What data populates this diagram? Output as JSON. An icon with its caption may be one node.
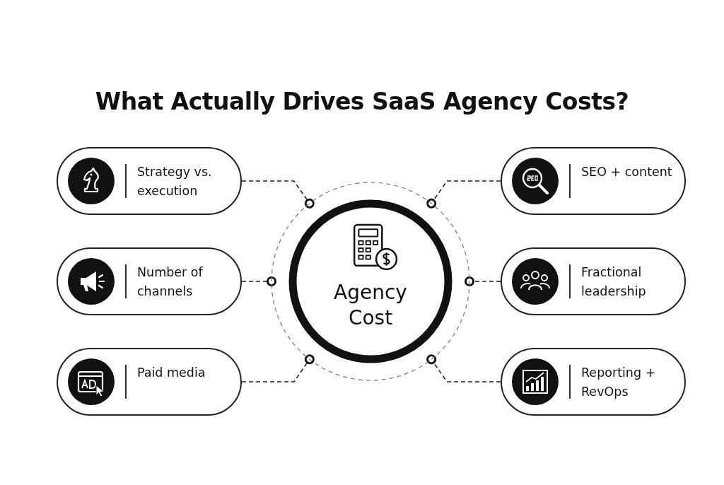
{
  "diagram": {
    "title": "What Actually Drives SaaS Agency Costs?",
    "nodes": [
      {
        "text": [
          "Strategy vs. execution"
        ]
      },
      {
        "text": [
          "SEO + content"
        ]
      },
      {
        "text": [
          "Number of channels"
        ]
      },
      {
        "text": [
          "Agency Cost"
        ]
      },
      {
        "text": [
          "Fractional leadership"
        ]
      },
      {
        "text": [
          "Paid media"
        ]
      },
      {
        "text": [
          "Reporting + RevOps"
        ]
      }
    ],
    "edges": [
      {
        "from": 0,
        "to": 3,
        "arrow": "other",
        "style": "dashed"
      },
      {
        "from": 1,
        "to": 3,
        "arrow": "other",
        "style": "dashed"
      },
      {
        "from": 2,
        "to": 3,
        "arrow": "other",
        "style": "dashed"
      },
      {
        "from": 4,
        "to": 3,
        "arrow": "other",
        "style": "dashed"
      },
      {
        "from": 5,
        "to": 3,
        "arrow": "other",
        "style": "dashed"
      },
      {
        "from": 6,
        "to": 3,
        "arrow": "other",
        "style": "dashed"
      }
    ]
  }
}
